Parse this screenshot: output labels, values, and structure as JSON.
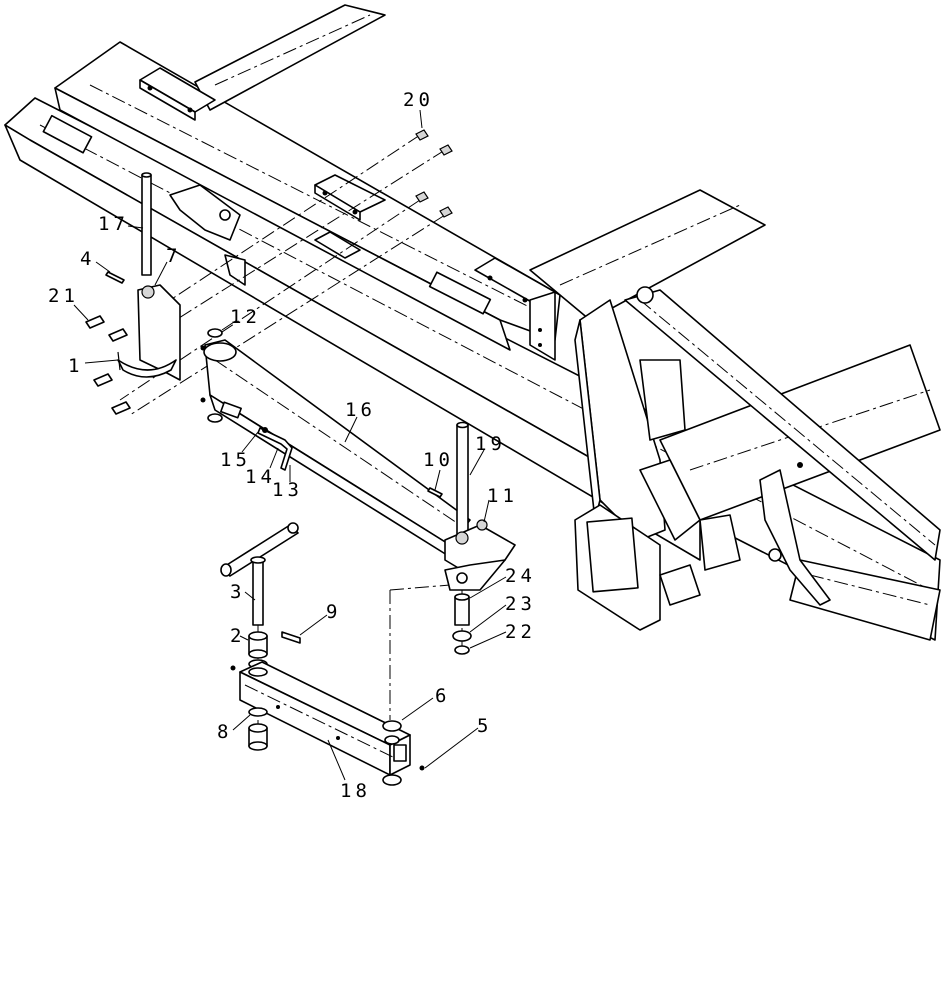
{
  "callouts": [
    "20",
    "17",
    "4",
    "7",
    "21",
    "1",
    "12",
    "16",
    "15",
    "14",
    "13",
    "10",
    "19",
    "11",
    "24",
    "23",
    "22",
    "3",
    "9",
    "2",
    "6",
    "5",
    "8",
    "18"
  ],
  "colors": {
    "line": "#000000",
    "background": "#ffffff"
  }
}
